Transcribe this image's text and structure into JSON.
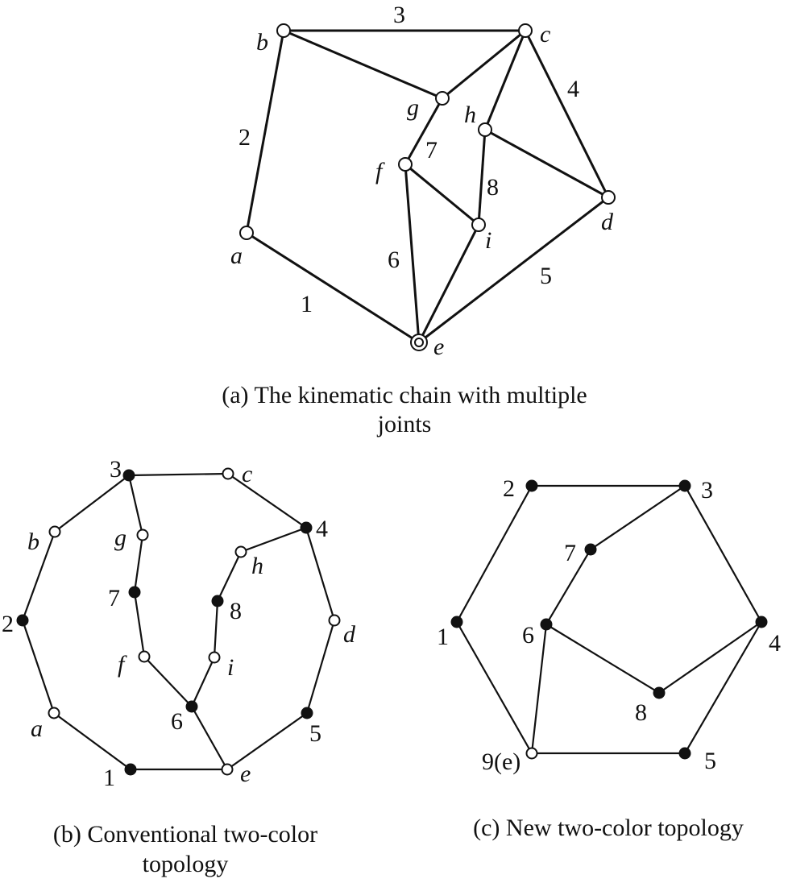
{
  "panel_a": {
    "links": {
      "l1": "1",
      "l2": "2",
      "l3": "3",
      "l4": "4",
      "l5": "5",
      "l6": "6",
      "l7": "7",
      "l8": "8"
    },
    "joints": {
      "a": "a",
      "b": "b",
      "c": "c",
      "d": "d",
      "e": "e",
      "f": "f",
      "g": "g",
      "h": "h",
      "i": "i"
    },
    "caption_line1": "(a) The kinematic chain with multiple",
    "caption_line2": "joints"
  },
  "panel_b": {
    "labels": {
      "n3": "3",
      "c": "c",
      "b": "b",
      "g": "g",
      "n4": "4",
      "h": "h",
      "n7": "7",
      "n8": "8",
      "n2": "2",
      "d": "d",
      "f": "f",
      "i": "i",
      "a": "a",
      "n6": "6",
      "n5": "5",
      "n1": "1",
      "e": "e"
    },
    "caption_line1": "(b) Conventional two-color",
    "caption_line2": "topology"
  },
  "panel_c": {
    "labels": {
      "n2": "2",
      "n3": "3",
      "n7": "7",
      "n1": "1",
      "n6": "6",
      "n4": "4",
      "n8": "8",
      "n9": "9(e)",
      "n5": "5"
    },
    "caption": "(c) New two-color topology"
  }
}
